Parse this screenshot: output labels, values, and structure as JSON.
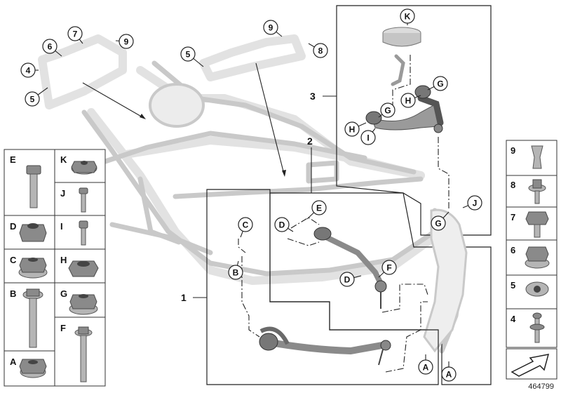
{
  "diagram_id": "464799",
  "assembly_labels": {
    "one": "1",
    "two": "2",
    "three": "3"
  },
  "main_callouts": {
    "frame_left": [
      "4",
      "5",
      "6",
      "7",
      "9"
    ],
    "frame_top": [
      "5",
      "9",
      "8"
    ],
    "box3": [
      "K",
      "G",
      "G",
      "H",
      "H",
      "I",
      "J",
      "G"
    ],
    "box2": [
      "E",
      "D",
      "D",
      "F"
    ],
    "box1": [
      "C",
      "B",
      "A",
      "A"
    ]
  },
  "left_parts_table": [
    {
      "letter": "E"
    },
    {
      "letter": "K"
    },
    {
      "letter": "J"
    },
    {
      "letter": "D"
    },
    {
      "letter": "I"
    },
    {
      "letter": "C"
    },
    {
      "letter": "H"
    },
    {
      "letter": "B"
    },
    {
      "letter": "G"
    },
    {
      "letter": "F"
    },
    {
      "letter": "A"
    }
  ],
  "right_parts_table": [
    "9",
    "8",
    "7",
    "6",
    "5",
    "4"
  ],
  "icons": {
    "arrow": "arrow-icon"
  }
}
